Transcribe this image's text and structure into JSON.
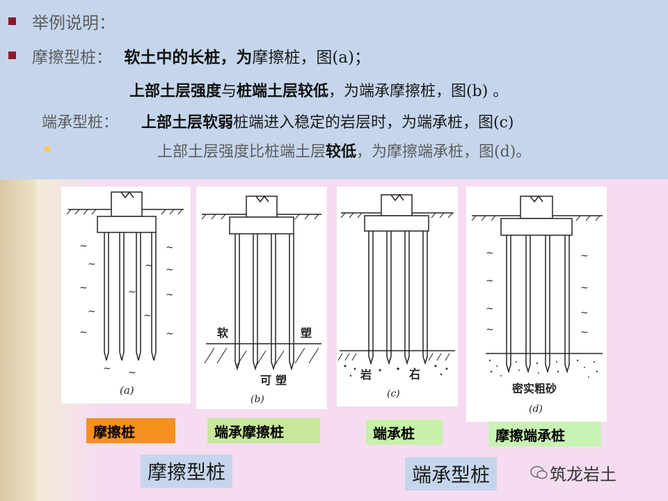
{
  "lines": {
    "l1": "举例说明：",
    "l2_prefix": "摩擦型桩：",
    "l2_bold": "软土中的长桩，为",
    "l2_rest": "摩擦桩，图(a)；",
    "l3_bold": "上部土层强度",
    "l3_mid": "与",
    "l3_bold2": "桩端土层较低",
    "l3_rest": "，为端承摩擦桩，图(b) 。",
    "l4_prefix": "端承型桩：",
    "l4_bold": "上部土层软弱",
    "l4_rest": "桩端进入稳定的岩层时，为端承桩，图(c)",
    "l5_a": "上部土层强度比桩端土层",
    "l5_bold": "较低",
    "l5_rest": "，为摩擦端承桩，图(d)。"
  },
  "figures": {
    "a": {
      "caption": "(a)"
    },
    "b": {
      "caption": "(b)",
      "soft_left": "软",
      "soft_right": "塑",
      "plastic_left": "可",
      "plastic_right": "塑"
    },
    "c": {
      "caption": "(c)",
      "rock_left": "岩",
      "rock_right": "石"
    },
    "d": {
      "caption": "(d)",
      "sand": "密实粗砂"
    }
  },
  "labels": {
    "friction": "摩擦桩",
    "end_friction": "端承摩擦桩",
    "end": "端承桩",
    "friction_end": "摩擦端承桩",
    "friction_type": "摩擦型桩",
    "end_type": "端承型桩"
  },
  "label_colors": {
    "friction": "#f5901e",
    "end_friction": "#c7e79a",
    "end": "#c7f0a8",
    "friction_end": "#c9f2b5"
  },
  "watermark": "筑龙岩土",
  "colors": {
    "bullet": "#8b1a2c",
    "top_band": "#c5d6ec",
    "page": "#f5dcf0"
  }
}
